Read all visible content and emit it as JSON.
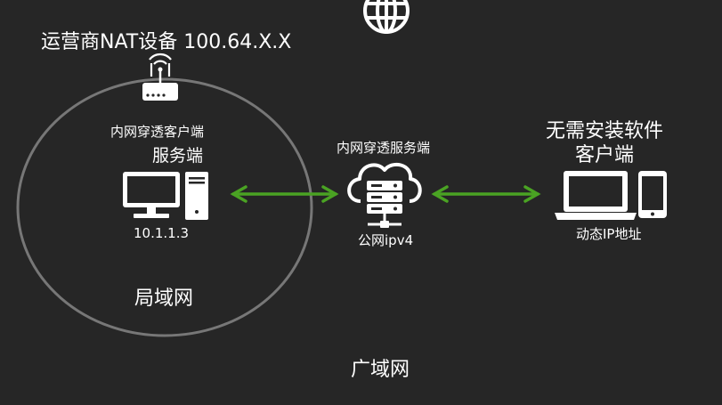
{
  "diagram": {
    "nat_label": "运营商NAT设备 100.64.X.X",
    "lan_client_label": "内网穿透客户端",
    "lan_server_label": "服务端",
    "lan_ip": "10.1.1.3",
    "lan_label": "局域网",
    "relay_label": "内网穿透服务端",
    "relay_ip": "公网ipv4",
    "remote_title_line1": "无需安装软件",
    "remote_title_line2": "客户端",
    "remote_ip": "动态IP地址",
    "wan_label": "广域网"
  },
  "colors": {
    "background": "#262626",
    "arrow": "#4aa323",
    "ellipse": "#777777",
    "text": "#ffffff"
  }
}
